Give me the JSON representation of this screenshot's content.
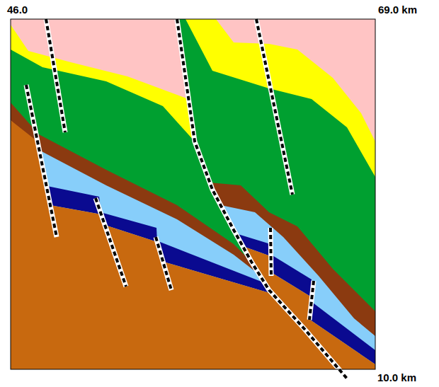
{
  "diagram": {
    "labels": [
      "46.0",
      "69.0 km",
      "10.0 km"
    ]
  }
}
